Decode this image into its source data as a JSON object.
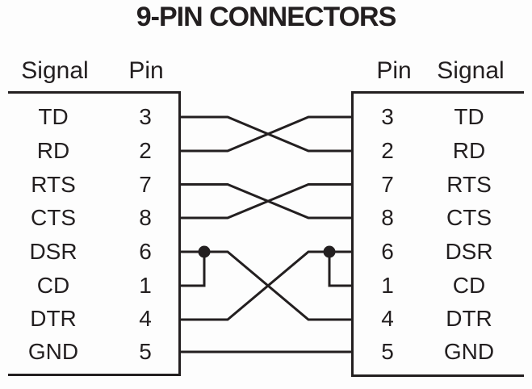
{
  "title": "9-PIN CONNECTORS",
  "colors": {
    "ink": "#231f20",
    "background": "#fdfdfd"
  },
  "left_connector": {
    "header_signal": "Signal",
    "header_pin": "Pin",
    "rows": [
      {
        "signal": "TD",
        "pin": "3"
      },
      {
        "signal": "RD",
        "pin": "2"
      },
      {
        "signal": "RTS",
        "pin": "7"
      },
      {
        "signal": "CTS",
        "pin": "8"
      },
      {
        "signal": "DSR",
        "pin": "6"
      },
      {
        "signal": "CD",
        "pin": "1"
      },
      {
        "signal": "DTR",
        "pin": "4"
      },
      {
        "signal": "GND",
        "pin": "5"
      }
    ]
  },
  "right_connector": {
    "header_pin": "Pin",
    "header_signal": "Signal",
    "rows": [
      {
        "pin": "3",
        "signal": "TD"
      },
      {
        "pin": "2",
        "signal": "RD"
      },
      {
        "pin": "7",
        "signal": "RTS"
      },
      {
        "pin": "8",
        "signal": "CTS"
      },
      {
        "pin": "6",
        "signal": "DSR"
      },
      {
        "pin": "1",
        "signal": "CD"
      },
      {
        "pin": "4",
        "signal": "DTR"
      },
      {
        "pin": "5",
        "signal": "GND"
      }
    ]
  },
  "connections": [
    {
      "from": "left TD (3)",
      "to": "right RD (2)",
      "type": "crossed"
    },
    {
      "from": "left RD (2)",
      "to": "right TD (3)",
      "type": "crossed"
    },
    {
      "from": "left RTS (7)",
      "to": "right CTS (8)",
      "type": "crossed"
    },
    {
      "from": "left CTS (8)",
      "to": "right RTS (7)",
      "type": "crossed"
    },
    {
      "from": "left DSR (6) + CD (1) jumpered",
      "to": "right DTR (4)",
      "type": "crossed"
    },
    {
      "from": "left DTR (4)",
      "to": "right DSR (6) + CD (1) jumpered",
      "type": "crossed"
    },
    {
      "from": "left GND (5)",
      "to": "right GND (5)",
      "type": "straight"
    }
  ]
}
